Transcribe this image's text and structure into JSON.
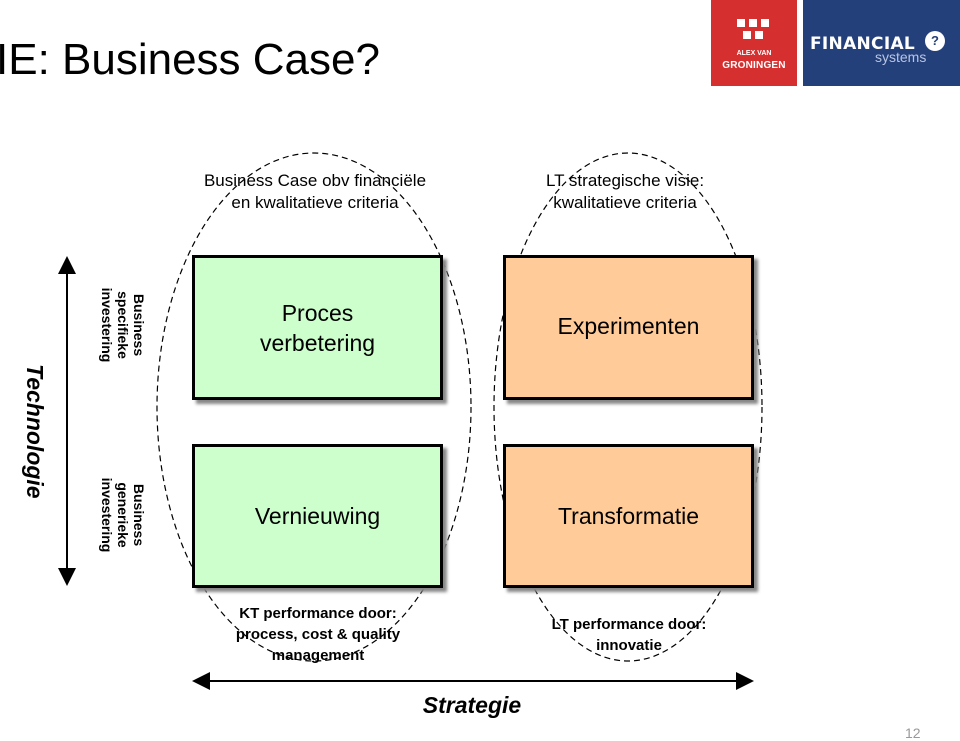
{
  "title": "IE: Business Case?",
  "logos": {
    "left": {
      "line1": "ALEX VAN",
      "line2": "GRONINGEN"
    },
    "right": {
      "word1": "FINANCIAL",
      "word2": "systems",
      "badge": "?"
    }
  },
  "headers": {
    "left": [
      "Business Case obv financiële",
      "en kwalitatieve criteria"
    ],
    "right": [
      "LT strategische visie:",
      "kwalitatieve criteria"
    ]
  },
  "axis": {
    "vertical_label": "Technologie",
    "horizontal_label": "Strategie",
    "top_row_label": [
      "Business",
      "specifieke",
      "investering"
    ],
    "bottom_row_label": [
      "Business",
      "generieke",
      "investering"
    ]
  },
  "quadrants": {
    "top_left": [
      "Proces",
      "verbetering"
    ],
    "top_right": "Experimenten",
    "bottom_left": "Vernieuwing",
    "bottom_right": "Transformatie"
  },
  "footers": {
    "left": [
      "KT performance door:",
      "process, cost & quality",
      "management"
    ],
    "right": [
      "LT performance door:",
      "innovatie"
    ]
  },
  "page_number": "12",
  "colors": {
    "green_box": "#ccffcc",
    "orange_box": "#ffcc99",
    "logo_red": "#d62f2f",
    "logo_blue": "#24407a"
  }
}
